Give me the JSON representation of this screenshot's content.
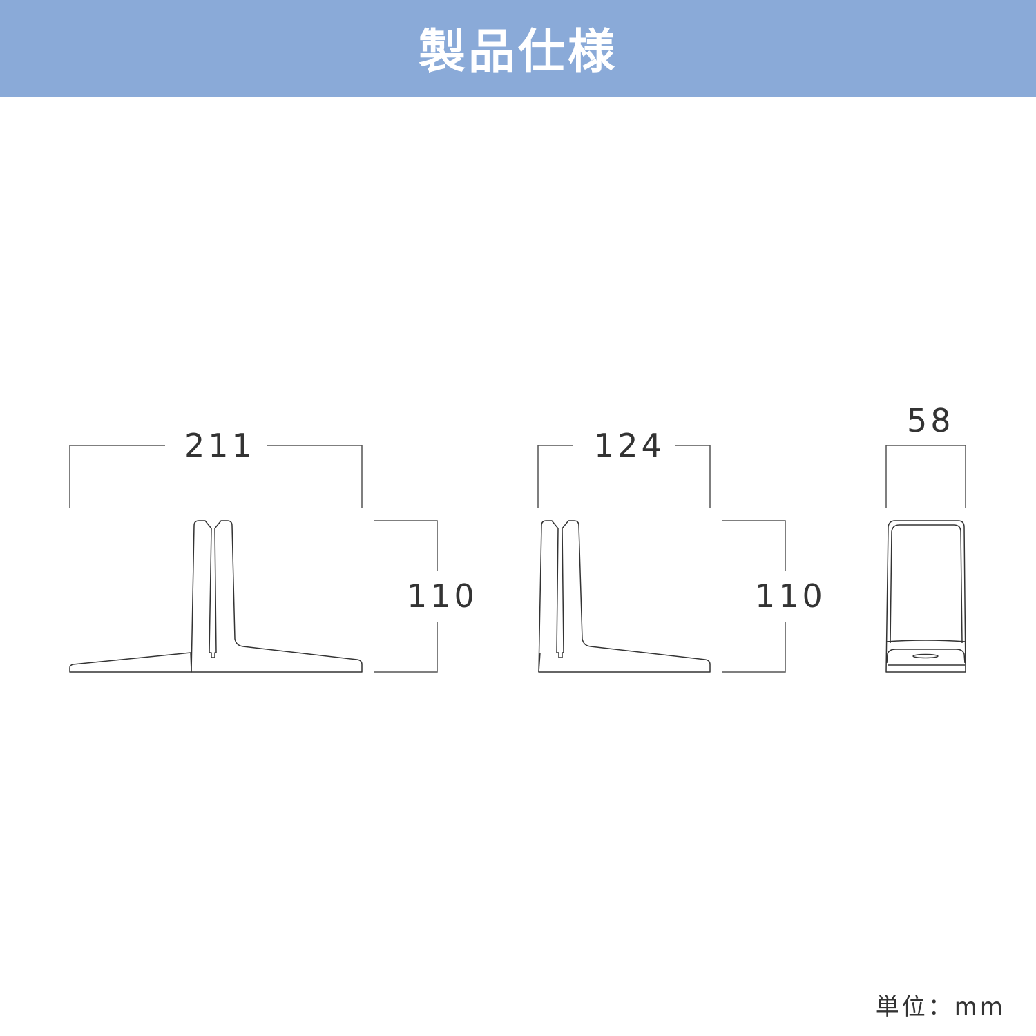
{
  "header": {
    "title": "製品仕様",
    "background_color": "#8aaad8",
    "text_color": "#ffffff"
  },
  "views": [
    {
      "name": "side-view",
      "width_label": "211",
      "height_label": "110"
    },
    {
      "name": "side-view-cut",
      "width_label": "124",
      "height_label": "110"
    },
    {
      "name": "front-view",
      "width_label": "58"
    }
  ],
  "unit": {
    "label": "単位：mm"
  },
  "colors": {
    "line": "#333333",
    "dimension_line": "#555555"
  }
}
